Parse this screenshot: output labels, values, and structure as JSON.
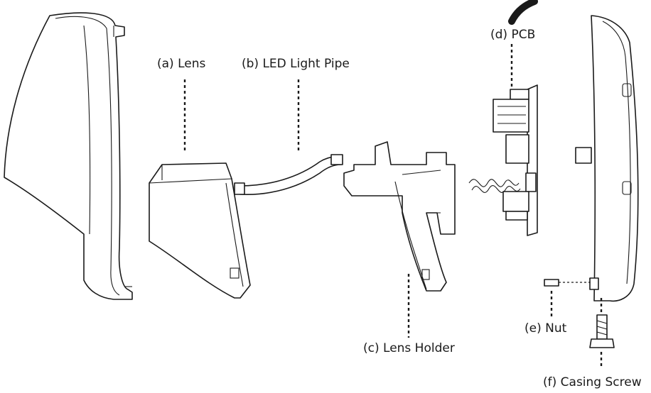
{
  "labels": {
    "lens": "(a) Lens",
    "light_pipe": "(b) LED Light Pipe",
    "lens_holder": "(c) Lens Holder",
    "pcb": "(d) PCB",
    "nut": "(e) Nut",
    "casing_screw": "(f) Casing Screw"
  }
}
